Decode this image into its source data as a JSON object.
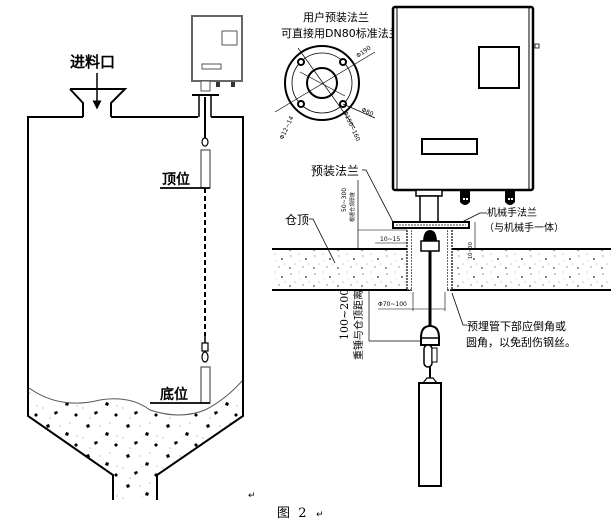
{
  "figure": {
    "caption": "图  2",
    "paragraph_mark": "↵"
  },
  "left_diagram": {
    "inlet_label": "进料口",
    "top_level_label": "顶位",
    "bottom_level_label": "底位"
  },
  "flange_view": {
    "title_line1": "用户预装法兰",
    "title_line2": "可直接用DN80标准法兰",
    "dim_outer": "Φ190",
    "dim_inner": "Φ80",
    "dim_bolt_circle": "Φ150~160",
    "dim_bolt_hole": "Φ12~14"
  },
  "right_diagram": {
    "preinstalled_flange_label": "预装法兰",
    "bin_top_label": "仓顶",
    "dim_height": "50~300",
    "dim_height_note": "根据仓顶厚度",
    "dim_gap": "10~15",
    "dim_pipe_diameter": "Φ70~100",
    "dim_distance": "100~200",
    "dim_distance_note": "重锤与仓顶距离",
    "dim_side": "10~30",
    "mech_flange_label_line1": "机械手法兰",
    "mech_flange_label_line2": "（与机械手一体）",
    "pipe_note_line1": "预埋管下部应倒角或",
    "pipe_note_line2": "圆角，以免刮伤钢丝。"
  }
}
